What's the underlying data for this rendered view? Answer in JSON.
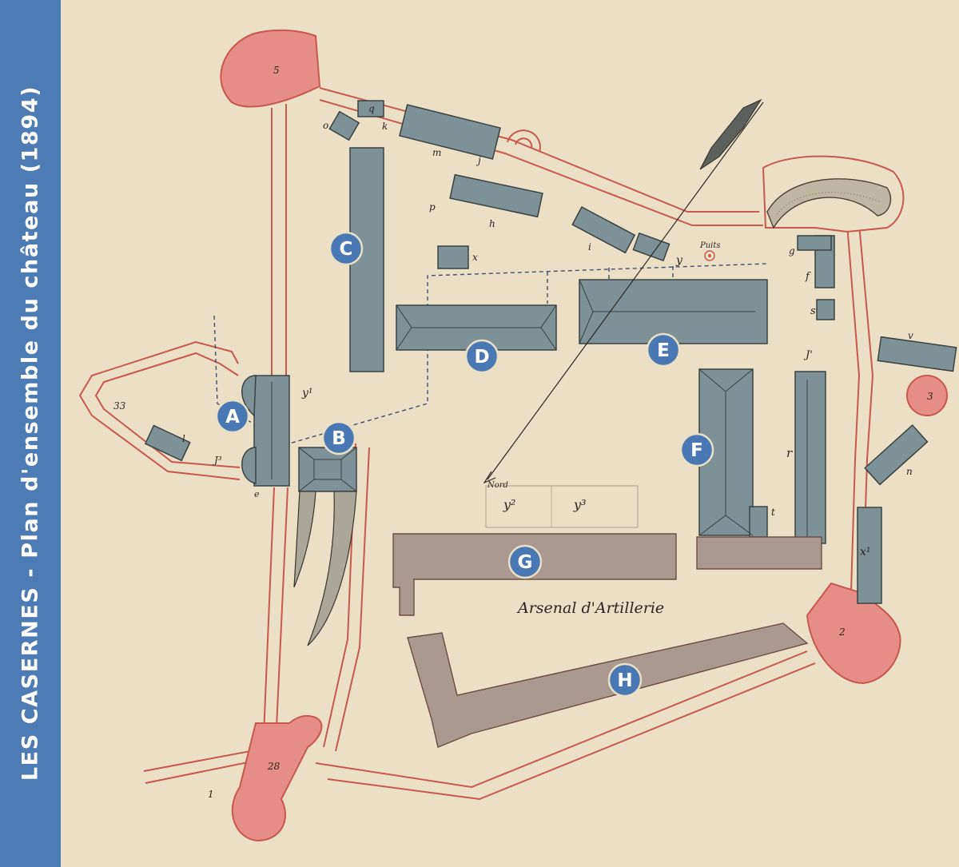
{
  "title": "LES CASERNES - Plan d'ensemble du château (1894)",
  "colors": {
    "sidebar": "#4d7cb4",
    "paper": "#e9dfc4",
    "wall": "#c8584a",
    "bastion": "#e58d86",
    "building": "#7d9196",
    "arsenal": "#a99990",
    "marker": "#4a78b3"
  },
  "markers": [
    "A",
    "B",
    "C",
    "D",
    "E",
    "F",
    "G",
    "H"
  ],
  "annotations": {
    "arsenal": "Arsenal d'Artillerie",
    "north": "Nord",
    "well": "Puits",
    "y2": "y²",
    "y3": "y³",
    "y1": "y¹",
    "bastion_5": "5",
    "bastion_3": "3",
    "bastion_2": "2",
    "bastion_28": "28",
    "bastion_33": "33",
    "n1": "1",
    "letters": {
      "q": "q",
      "k": "k",
      "o": "o",
      "m": "m",
      "j": "j",
      "p": "p",
      "h": "h",
      "i": "i",
      "y": "y",
      "x": "x",
      "g": "g",
      "f": "f",
      "s": "s",
      "v": "v",
      "n": "n",
      "r": "r",
      "t": "t",
      "l": "l",
      "e": "e",
      "x1": "x¹",
      "j1": "J'",
      "j3": "J³"
    }
  }
}
